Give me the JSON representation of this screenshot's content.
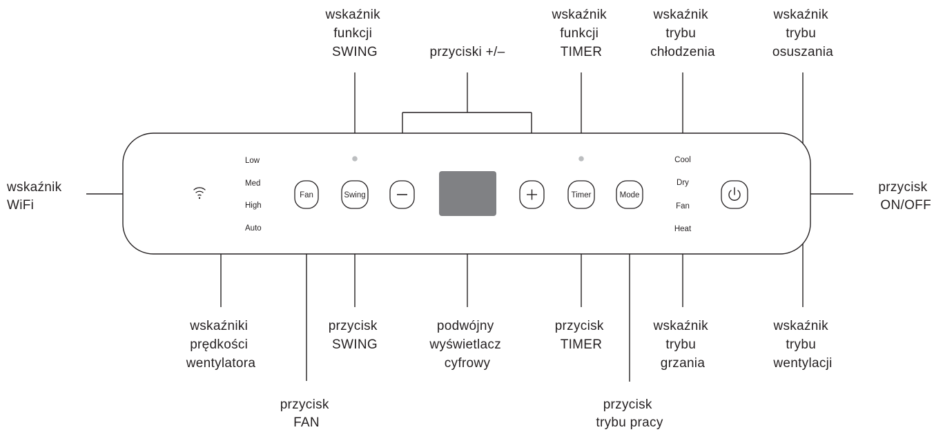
{
  "panel": {
    "speed_labels": [
      "Low",
      "Med",
      "High",
      "Auto"
    ],
    "buttons": {
      "fan": "Fan",
      "swing": "Swing",
      "minus": "−",
      "plus": "+",
      "timer": "Timer",
      "mode": "Mode"
    },
    "mode_labels": [
      "Cool",
      "Dry",
      "Fan",
      "Heat"
    ]
  },
  "callouts": {
    "swing_indicator": [
      "wskaźnik",
      "funkcji",
      "SWING"
    ],
    "plus_minus": [
      "przyciski +/–"
    ],
    "timer_indicator": [
      "wskaźnik",
      "funkcji",
      "TIMER"
    ],
    "cool_indicator": [
      "wskaźnik",
      "trybu",
      "chłodzenia"
    ],
    "dry_indicator": [
      "wskaźnik",
      "trybu",
      "osuszania"
    ],
    "wifi_indicator": [
      "wskaźnik",
      "WiFi"
    ],
    "onoff_button": [
      "przycisk",
      "ON/OFF"
    ],
    "fan_speed_indicators": [
      "wskaźniki",
      "prędkości",
      "wentylatora"
    ],
    "swing_button": [
      "przycisk",
      "SWING"
    ],
    "dual_display": [
      "podwójny",
      "wyświetlacz",
      "cyfrowy"
    ],
    "timer_button": [
      "przycisk",
      "TIMER"
    ],
    "heat_indicator": [
      "wskaźnik",
      "trybu",
      "grzania"
    ],
    "fan_mode_indicator": [
      "wskaźnik",
      "trybu",
      "wentylacji"
    ],
    "fan_button": [
      "przycisk",
      "FAN"
    ],
    "mode_button": [
      "przycisk",
      "trybu pracy"
    ]
  },
  "colors": {
    "line": "#231f20",
    "display": "#808184",
    "led": "#bcbec0"
  }
}
